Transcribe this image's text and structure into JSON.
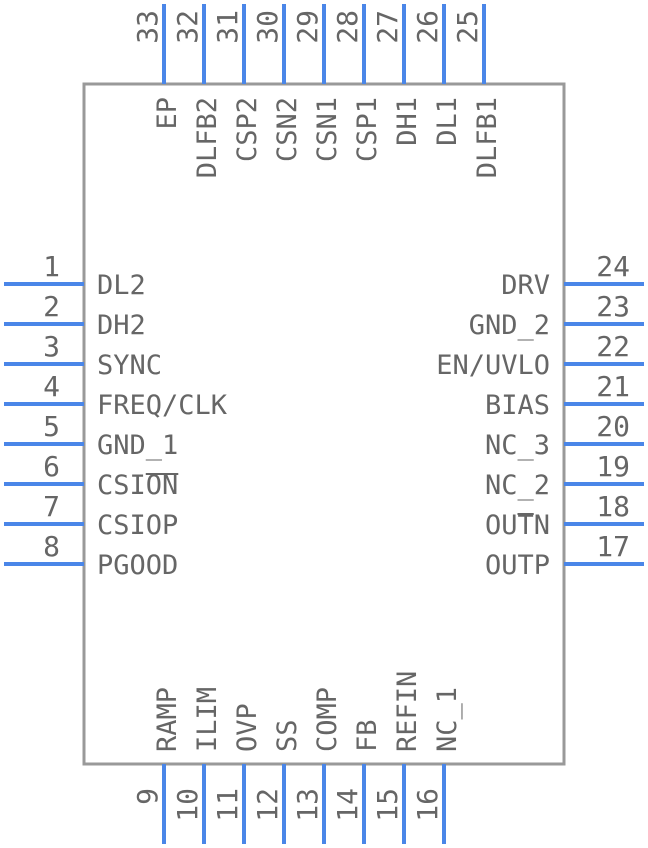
{
  "component": {
    "body_color": "#999999",
    "pin_color": "#4a86e8",
    "text_color": "#666666"
  },
  "pins": {
    "left": [
      {
        "number": "1",
        "name": "DL2"
      },
      {
        "number": "2",
        "name": "DH2"
      },
      {
        "number": "3",
        "name": "SYNC"
      },
      {
        "number": "4",
        "name": "FREQ/CLK"
      },
      {
        "number": "5",
        "name": "GND_1"
      },
      {
        "number": "6",
        "name": "CSION",
        "overbar": "ON"
      },
      {
        "number": "7",
        "name": "CSIOP"
      },
      {
        "number": "8",
        "name": "PGOOD"
      }
    ],
    "right": [
      {
        "number": "24",
        "name": "DRV"
      },
      {
        "number": "23",
        "name": "GND_2"
      },
      {
        "number": "22",
        "name": "EN/UVLO"
      },
      {
        "number": "21",
        "name": "BIAS"
      },
      {
        "number": "20",
        "name": "NC_3"
      },
      {
        "number": "19",
        "name": "NC_2"
      },
      {
        "number": "18",
        "name": "OUTN",
        "overbar": "T"
      },
      {
        "number": "17",
        "name": "OUTP"
      }
    ],
    "bottom": [
      {
        "number": "9",
        "name": "RAMP"
      },
      {
        "number": "10",
        "name": "ILIM"
      },
      {
        "number": "11",
        "name": "OVP"
      },
      {
        "number": "12",
        "name": "SS"
      },
      {
        "number": "13",
        "name": "COMP"
      },
      {
        "number": "14",
        "name": "FB"
      },
      {
        "number": "15",
        "name": "REFIN"
      },
      {
        "number": "16",
        "name": "NC_1"
      }
    ],
    "top": [
      {
        "number": "33",
        "name": "EP"
      },
      {
        "number": "32",
        "name": "DLFB2"
      },
      {
        "number": "31",
        "name": "CSP2"
      },
      {
        "number": "30",
        "name": "CSN2"
      },
      {
        "number": "29",
        "name": "CSN1"
      },
      {
        "number": "28",
        "name": "CSP1"
      },
      {
        "number": "27",
        "name": "DH1"
      },
      {
        "number": "26",
        "name": "DL1"
      },
      {
        "number": "25",
        "name": "DLFB1"
      }
    ]
  }
}
